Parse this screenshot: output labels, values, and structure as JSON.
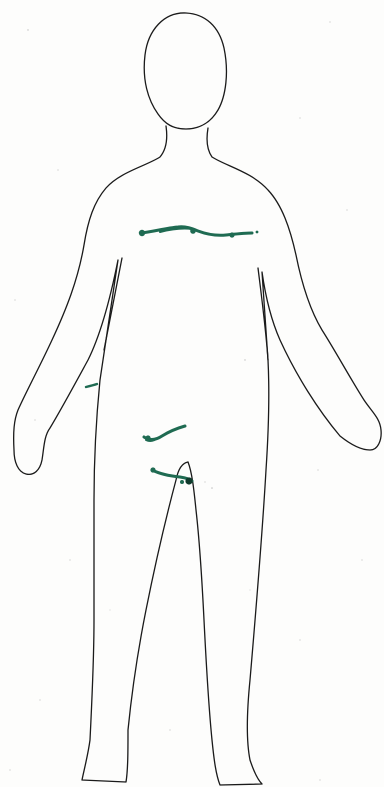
{
  "figure": {
    "subject": "body-outline-front-view",
    "marker_color": "#1f6b52",
    "marker_dark": "#0f3a2c",
    "outline_color": "#1a1a1a",
    "background_color": "#fdfdfc"
  },
  "markings": [
    {
      "id": "chest-band",
      "region": "chest"
    },
    {
      "id": "left-side-tick",
      "region": "left-waist"
    },
    {
      "id": "lower-abdomen-stroke",
      "region": "lower-abdomen"
    },
    {
      "id": "groin-stroke",
      "region": "groin"
    }
  ]
}
